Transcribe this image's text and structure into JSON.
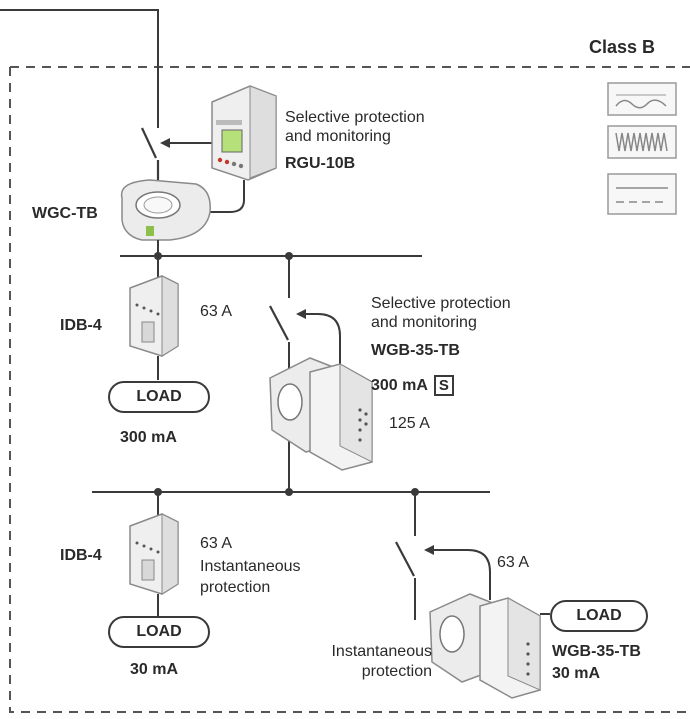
{
  "class_label": "Class B",
  "rgu": {
    "line1": "Selective protection",
    "line2": "and monitoring",
    "model": "RGU-10B"
  },
  "wgc": {
    "model": "WGC-TB"
  },
  "idb_upper": {
    "model": "IDB-4",
    "rating": "63 A",
    "load": "LOAD",
    "current": "300 mA"
  },
  "wgb_upper": {
    "line1": "Selective protection",
    "line2": "and monitoring",
    "model": "WGB-35-TB",
    "current": "300 mA",
    "selective_mark": "S",
    "rating": "125 A"
  },
  "idb_lower": {
    "model": "IDB-4",
    "rating": "63 A",
    "note1": "Instantaneous",
    "note2": "protection",
    "load": "LOAD",
    "current": "30 mA"
  },
  "wgb_lower": {
    "rating": "63 A",
    "load": "LOAD",
    "note1": "Instantaneous",
    "note2": "protection",
    "model": "WGB-35-TB",
    "current": "30 mA"
  },
  "colors": {
    "line": "#3a3a3a",
    "device_fill": "#f1f1f1",
    "device_stroke": "#8a8a8a",
    "display_green": "#b6e07a",
    "terminal_red": "#c0392b"
  },
  "icons": [
    "waveform-smooth-icon",
    "waveform-dense-icon",
    "waveform-dc-icon"
  ]
}
